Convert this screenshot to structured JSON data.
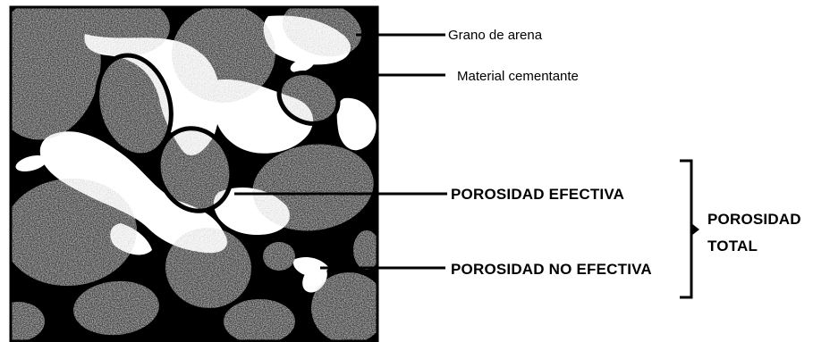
{
  "labels": {
    "sand_grain": "Grano de arena",
    "cement": "Material cementante",
    "effective_porosity": "POROSIDAD EFECTIVA",
    "non_effective_porosity": "POROSIDAD NO EFECTIVA",
    "total_porosity_line1": "POROSIDAD",
    "total_porosity_line2": "TOTAL"
  },
  "colors": {
    "grain_base": "#b4b4b4",
    "cement": "#000000",
    "pore": "#ffffff",
    "line": "#000000"
  }
}
